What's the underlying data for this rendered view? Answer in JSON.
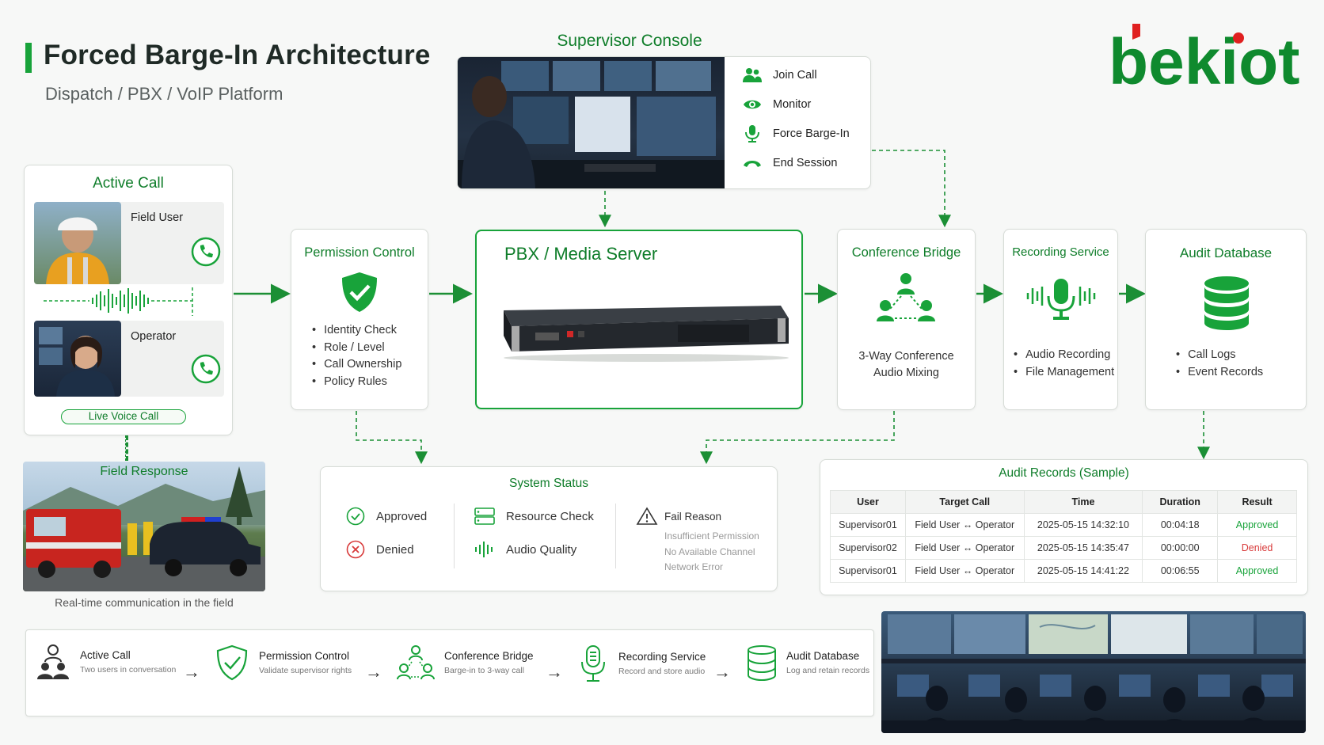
{
  "header": {
    "title": "Forced Barge-In Architecture",
    "subtitle": "Dispatch / PBX / VoIP Platform",
    "logo_text": "bekiot"
  },
  "colors": {
    "accent": "#18a33a",
    "accent_dark": "#0f7d2a",
    "denied": "#d83a3a"
  },
  "supervisor": {
    "title": "Supervisor Console",
    "actions": [
      {
        "label": "Join Call",
        "icon": "users-icon"
      },
      {
        "label": "Monitor",
        "icon": "eye-icon"
      },
      {
        "label": "Force Barge-In",
        "icon": "microphone-icon"
      },
      {
        "label": "End Session",
        "icon": "hangup-icon"
      }
    ]
  },
  "active_call": {
    "title": "Active Call",
    "participants": [
      {
        "label": "Field User"
      },
      {
        "label": "Operator"
      }
    ],
    "badge": "Live Voice Call"
  },
  "field_response": {
    "title": "Field Response",
    "caption": "Real-time communication in the field"
  },
  "permission": {
    "title": "Permission Control",
    "items": [
      "Identity Check",
      "Role / Level",
      "Call Ownership",
      "Policy Rules"
    ]
  },
  "pbx": {
    "title": "PBX / Media Server"
  },
  "conference": {
    "title": "Conference Bridge",
    "lines": [
      "3-Way Conference",
      "Audio Mixing"
    ]
  },
  "recording": {
    "title": "Recording Service",
    "items": [
      "Audio Recording",
      "File Management"
    ]
  },
  "audit_db": {
    "title": "Audit Database",
    "items": [
      "Call Logs",
      "Event Records"
    ]
  },
  "system_status": {
    "title": "System Status",
    "approved": "Approved",
    "denied": "Denied",
    "resource_check": "Resource Check",
    "audio_quality": "Audio Quality",
    "fail_reason": "Fail Reason",
    "fail_reasons": [
      "Insufficient Permission",
      "No Available Channel",
      "Network Error"
    ]
  },
  "audit_records": {
    "title": "Audit Records (Sample)",
    "columns": [
      "User",
      "Target Call",
      "Time",
      "Duration",
      "Result"
    ],
    "rows": [
      [
        "Supervisor01",
        "Field User ↔ Operator",
        "2025-05-15 14:32:10",
        "00:04:18",
        "Approved"
      ],
      [
        "Supervisor02",
        "Field User ↔ Operator",
        "2025-05-15 14:35:47",
        "00:00:00",
        "Denied"
      ],
      [
        "Supervisor01",
        "Field User ↔ Operator",
        "2025-05-15 14:41:22",
        "00:06:55",
        "Approved"
      ]
    ]
  },
  "flow": [
    {
      "title": "Active Call",
      "sub": "Two users in conversation",
      "icon": "users-icon"
    },
    {
      "title": "Permission Control",
      "sub": "Validate supervisor rights",
      "icon": "shield-check-icon"
    },
    {
      "title": "Conference Bridge",
      "sub": "Barge-in to 3-way call",
      "icon": "conference-icon"
    },
    {
      "title": "Recording Service",
      "sub": "Record and store audio",
      "icon": "microphone-icon"
    },
    {
      "title": "Audit Database",
      "sub": "Log and retain records",
      "icon": "database-icon"
    }
  ]
}
